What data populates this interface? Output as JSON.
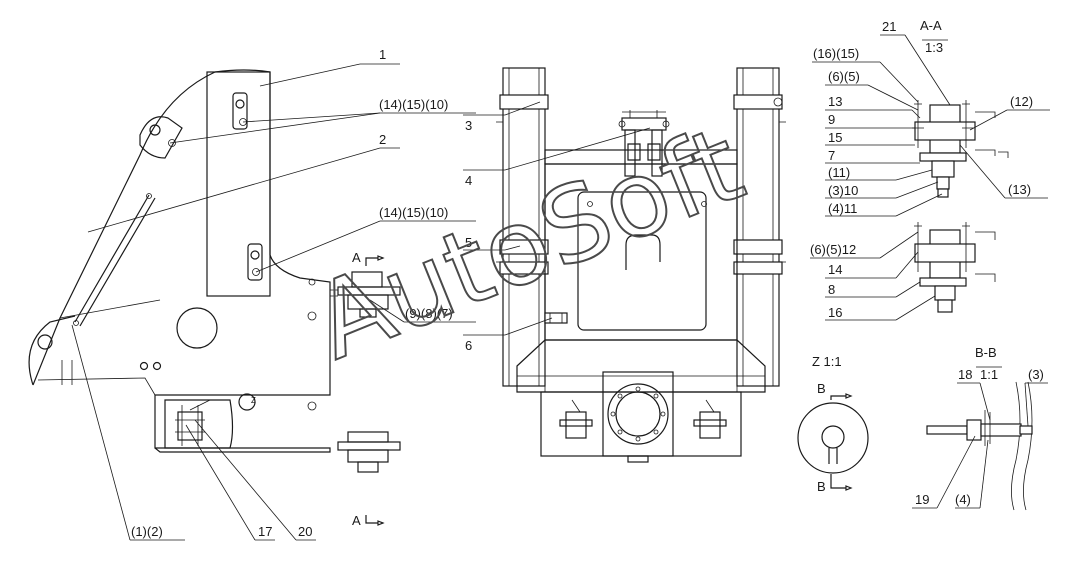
{
  "labels": {
    "l1": "1",
    "l2": "2",
    "l3": "3",
    "l4": "4",
    "l5": "5",
    "l6": "6",
    "l8": "8",
    "l16": "16",
    "l17": "17",
    "l20": "20",
    "l21": "21",
    "l13": "13",
    "l9": "9",
    "l15": "15",
    "l7": "7",
    "l14": "14",
    "c14_15_10_a": "(14)(15)(10)",
    "c14_15_10_b": "(14)(15)(10)",
    "c9_8_7": "(9)(8)(7)",
    "c1_2": "(1)(2)",
    "c16_15": "(16)(15)",
    "c6_5": "(6)(5)",
    "c12": "(12)",
    "c11": "(11)",
    "c3_10": "(3)10",
    "c4_11": "(4)11",
    "c13": "(13)",
    "c6_5_12": "(6)(5)12",
    "c3": "(3)",
    "l18": "18",
    "l19": "19",
    "c4": "(4)"
  },
  "sections": {
    "aa_title": "A-A",
    "aa_scale": "1:3",
    "z_title": "Z 1:1",
    "bb_title": "B-B",
    "bb_scale": "1:1",
    "arrow_a_top": "A",
    "arrow_a_bottom": "A",
    "arrow_b_top": "B",
    "arrow_b_bottom": "B",
    "z_mark": "Z"
  },
  "watermark": "AutoSoft"
}
